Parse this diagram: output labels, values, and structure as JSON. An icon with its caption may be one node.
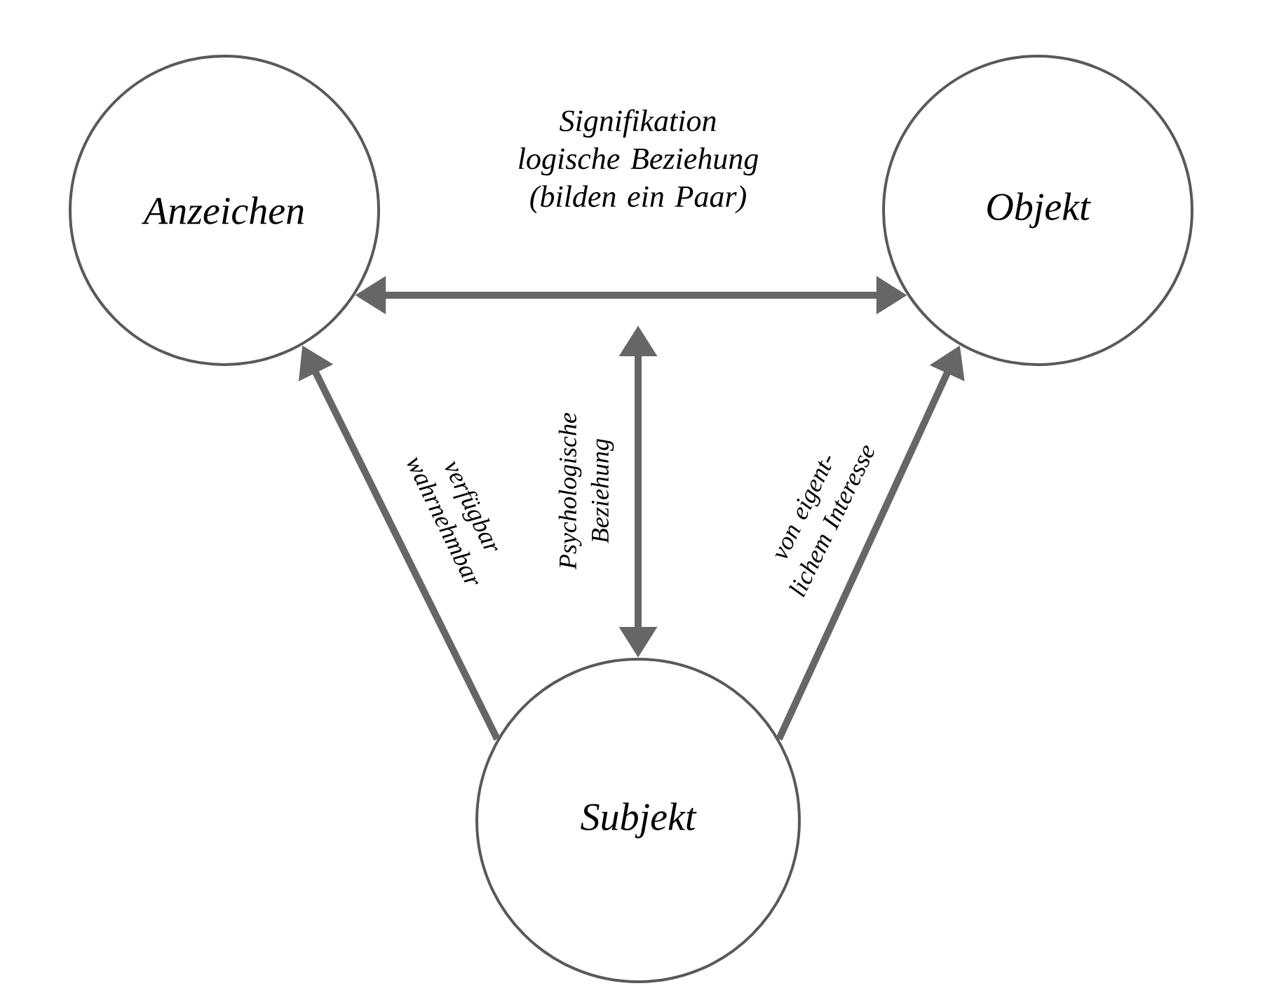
{
  "diagram": {
    "nodes": [
      {
        "text": [
          "Anzeichen"
        ]
      },
      {
        "text": [
          "Objekt"
        ]
      },
      {
        "text": [
          "Subjekt"
        ]
      }
    ],
    "edges": [
      {
        "from": 0,
        "to": 1,
        "arrow": "both",
        "label": "Signifikation logische Beziehung (bilden ein Paar)"
      },
      {
        "from": 2,
        "to": 0,
        "arrow": "to",
        "label": "verfügbar wahrnehmbar"
      },
      {
        "from": 2,
        "to": 1,
        "arrow": "to",
        "label": "von eigent- lichem Interesse"
      },
      {
        "from": null,
        "to": 2,
        "arrow": "both",
        "label": "Psychologische Beziehung"
      }
    ]
  }
}
